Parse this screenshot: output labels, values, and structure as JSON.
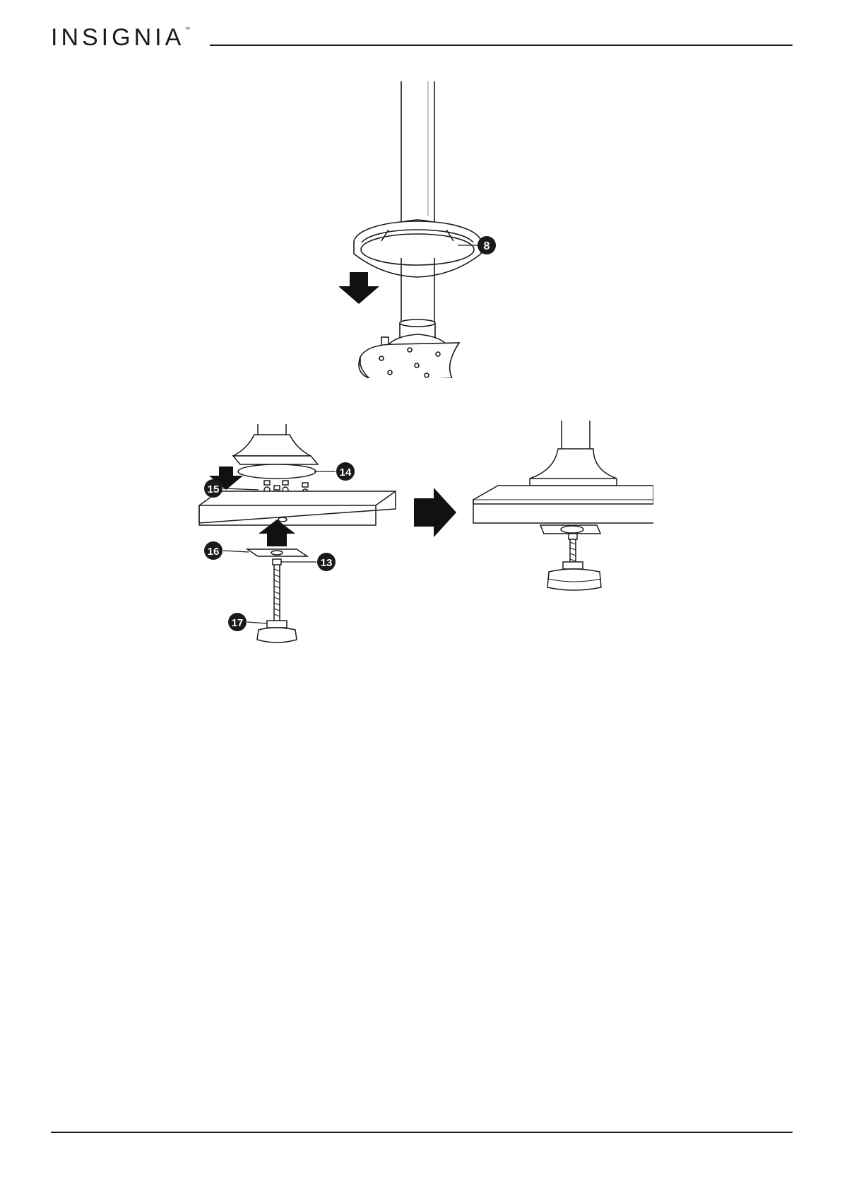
{
  "header": {
    "brand": "INSIGNIA",
    "trademark": "™"
  },
  "figure1": {
    "callout": "8",
    "colors": {
      "stroke": "#1a1a1a",
      "arrow": "#111111",
      "fill": "#ffffff",
      "shade": "#e6e6e6"
    }
  },
  "figure2": {
    "callouts": [
      "14",
      "15",
      "16",
      "13",
      "17"
    ]
  }
}
